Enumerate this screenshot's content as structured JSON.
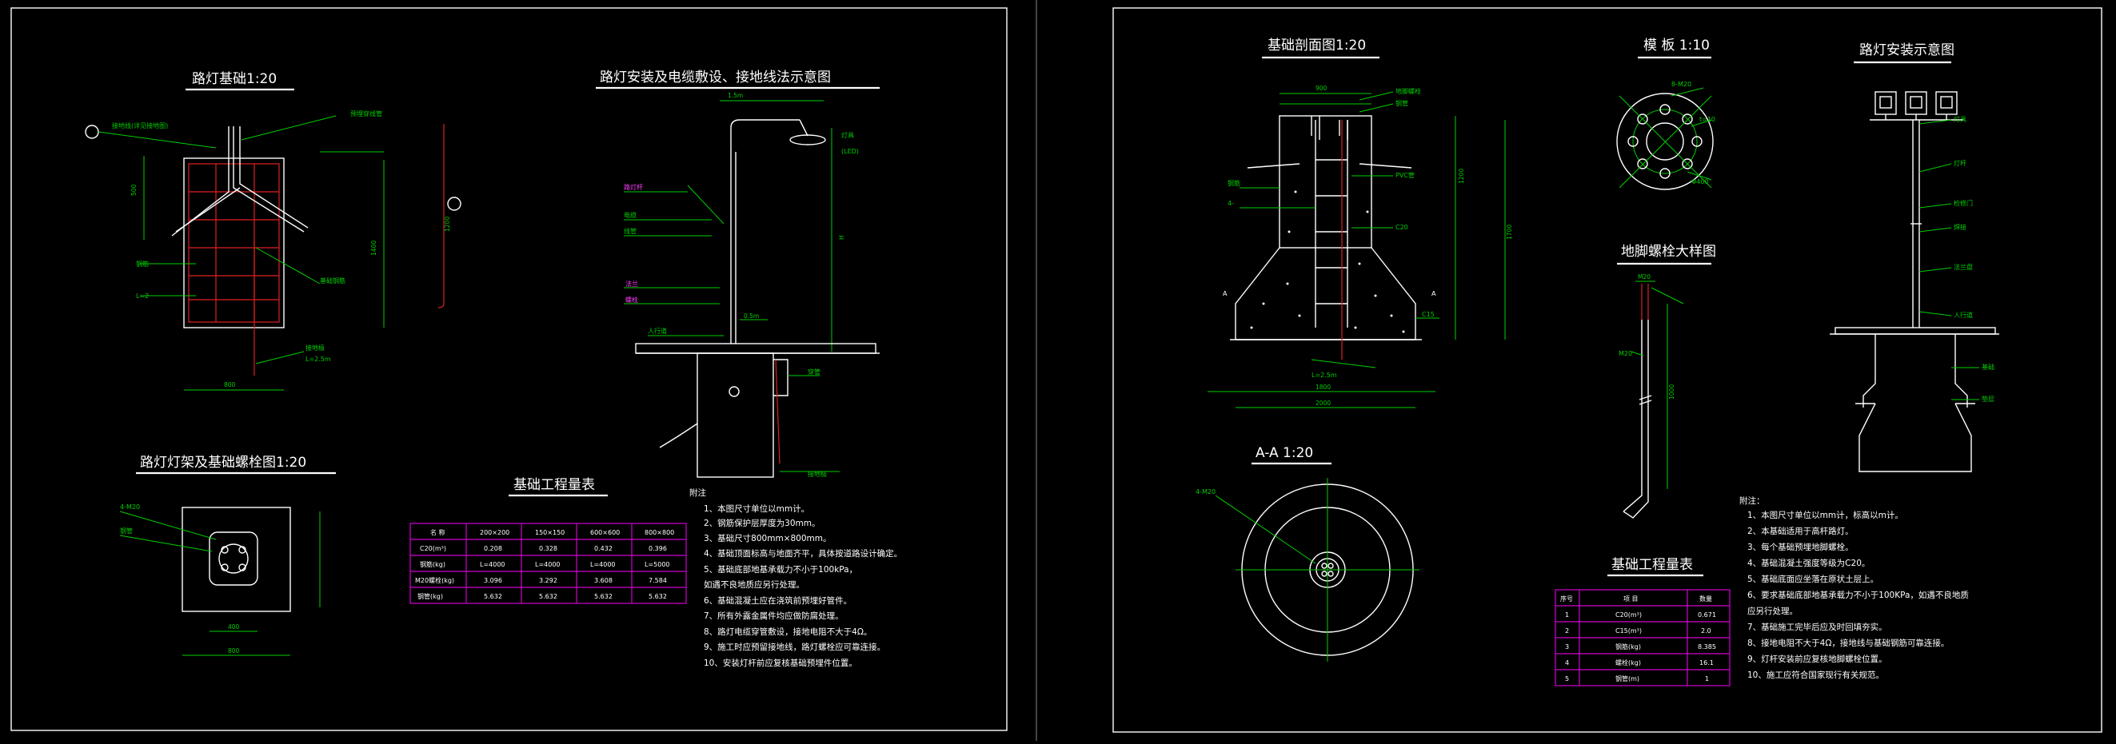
{
  "sheet_left": {
    "title_foundation": "路灯基础1:20",
    "title_install": "路灯安装及电缆敷设、接地线法示意图",
    "title_anchor_layout": "路灯灯架及基础螺栓图1:20",
    "title_quantity": "基础工程量表",
    "notes_title": "附注",
    "notes": [
      "1、本图尺寸单位以mm计。",
      "2、钢筋保护层厚度为30mm。",
      "3、基础尺寸800mm×800mm。",
      "4、基础顶面标高与地面齐平，具体按道路设计确定。",
      "5、基础底部地基承载力不小于100kPa，",
      "   如遇不良地质应另行处理。",
      "6、基础混凝土应在浇筑前预埋好管件。",
      "7、所有外露金属件均应做防腐处理。",
      "8、路灯电缆穿管敷设，接地电阻不大于4Ω。",
      "9、施工时应预留接地线，路灯螺栓应可靠连接。",
      "10、安装灯杆前应复核基础预埋件位置。"
    ],
    "table": {
      "headers": [
        "名 称",
        "200×200",
        "150×150",
        "600×600",
        "800×800"
      ],
      "rows": [
        [
          "C20(m³)",
          "0.208",
          "0.328",
          "0.432",
          "0.396"
        ],
        [
          "钢筋(kg)",
          "L=4000",
          "L=4000",
          "L=4000",
          "L=5000"
        ],
        [
          "M20螺栓(kg)",
          "3.096",
          "3.292",
          "3.608",
          "7.584"
        ],
        [
          "钢管(kg)",
          "5.632",
          "5.632",
          "5.632",
          "5.632"
        ]
      ]
    }
  },
  "sheet_right": {
    "title_section": "基础剖面图1:20",
    "title_template": "模 板 1:10",
    "title_install": "路灯安装示意图",
    "title_bolt_detail": "地脚螺栓大样图",
    "title_aa": "A-A 1:20",
    "title_quantity": "基础工程量表",
    "section_label_left": "A",
    "section_label_right": "A",
    "notes_title": "附注：",
    "notes": [
      "1、本图尺寸单位以mm计，标高以m计。",
      "2、本基础适用于高杆路灯。",
      "3、每个基础预埋地脚螺栓。",
      "4、基础混凝土强度等级为C20。",
      "5、基础底面应坐落在原状土层上。",
      "6、要求基础底部地基承载力不小于100KPa，如遇不良地质",
      "   应另行处理。",
      "7、基础施工完毕后应及时回填夯实。",
      "8、接地电阻不大于4Ω，接地线与基础钢筋可靠连接。",
      "9、灯杆安装前应复核地脚螺栓位置。",
      "10、施工应符合国家现行有关规范。"
    ],
    "table": {
      "headers": [
        "序号",
        "项 目",
        "数量"
      ],
      "rows": [
        [
          "1",
          "C20(m³)",
          "0.671"
        ],
        [
          "2",
          "C15(m³)",
          "2.0"
        ],
        [
          "3",
          "钢筋(kg)",
          "8.385"
        ],
        [
          "4",
          "螺栓(kg)",
          "16.1"
        ],
        [
          "5",
          "钢管(m)",
          "1"
        ]
      ]
    }
  }
}
